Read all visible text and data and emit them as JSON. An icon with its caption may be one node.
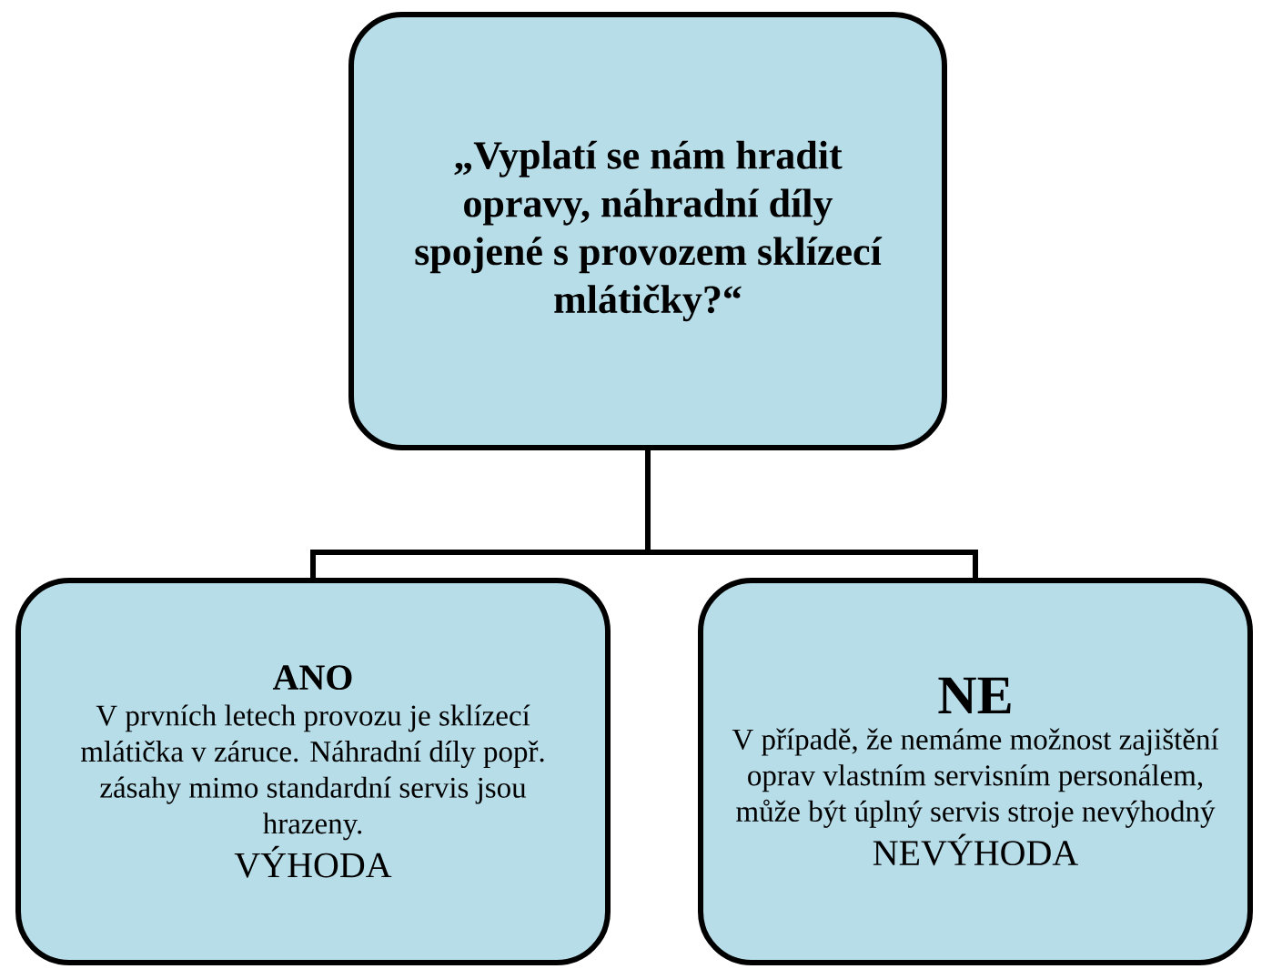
{
  "diagram": {
    "nodes": [
      {
        "text": [
          "„Vyplatí se nám hradit opravy, náhradní díly spojené s provozem sklízecí mlátičky?“"
        ]
      },
      {
        "text": [
          "ANO",
          "V prvních letech provozu je sklízecí mlátička v záruce. Náhradní díly popř. zásahy mimo standardní servis jsou hrazeny.",
          "VÝHODA"
        ]
      },
      {
        "text": [
          "NE",
          "V případě, že nemáme možnost zajištění oprav vlastním servisním personálem, může být úplný servis stroje nevýhodný",
          "NEVÝHODA"
        ]
      }
    ],
    "edges": [
      {
        "from": 0,
        "to": 1,
        "arrow": "none"
      },
      {
        "from": 0,
        "to": 2,
        "arrow": "none"
      }
    ]
  }
}
